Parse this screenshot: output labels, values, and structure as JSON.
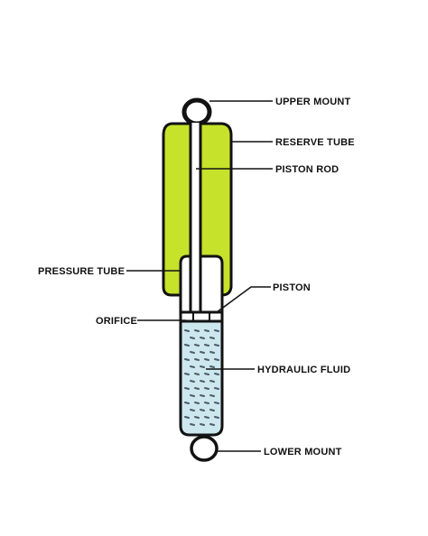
{
  "labels": {
    "upper_mount": "UPPER MOUNT",
    "reserve_tube": "RESERVE TUBE",
    "piston_rod": "PISTON ROD",
    "pressure_tube": "PRESSURE TUBE",
    "piston": "PISTON",
    "orifice": "ORIFICE",
    "hydraulic_fluid": "HYDRAULIC FLUID",
    "lower_mount": "LOWER MOUNT"
  },
  "colors": {
    "reserve_tube_fill": "#c6e22a",
    "fluid_fill": "#cde7ee",
    "fluid_dashes": "#4d5a6a",
    "outline": "#121212"
  }
}
